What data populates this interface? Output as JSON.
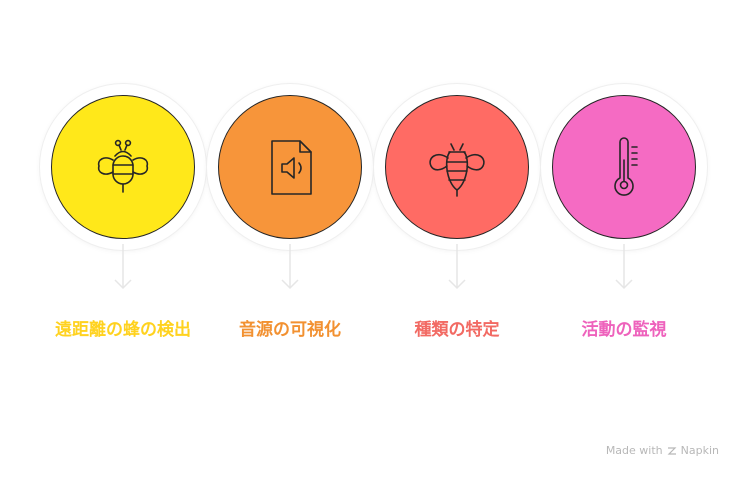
{
  "steps": [
    {
      "label": "遠距離の蜂の検出",
      "icon": "bee-icon",
      "color": "#FFE81A",
      "text_color": "#FFD21F"
    },
    {
      "label": "音源の可視化",
      "icon": "audio-file-icon",
      "color": "#F7953A",
      "text_color": "#F29131"
    },
    {
      "label": "種類の特定",
      "icon": "bee-icon",
      "color": "#FF6B64",
      "text_color": "#F26A63"
    },
    {
      "label": "活動の監視",
      "icon": "thermometer-icon",
      "color": "#F56BC3",
      "text_color": "#EE62BC"
    }
  ],
  "footer": {
    "made_with": "Made with",
    "brand": "Napkin"
  }
}
